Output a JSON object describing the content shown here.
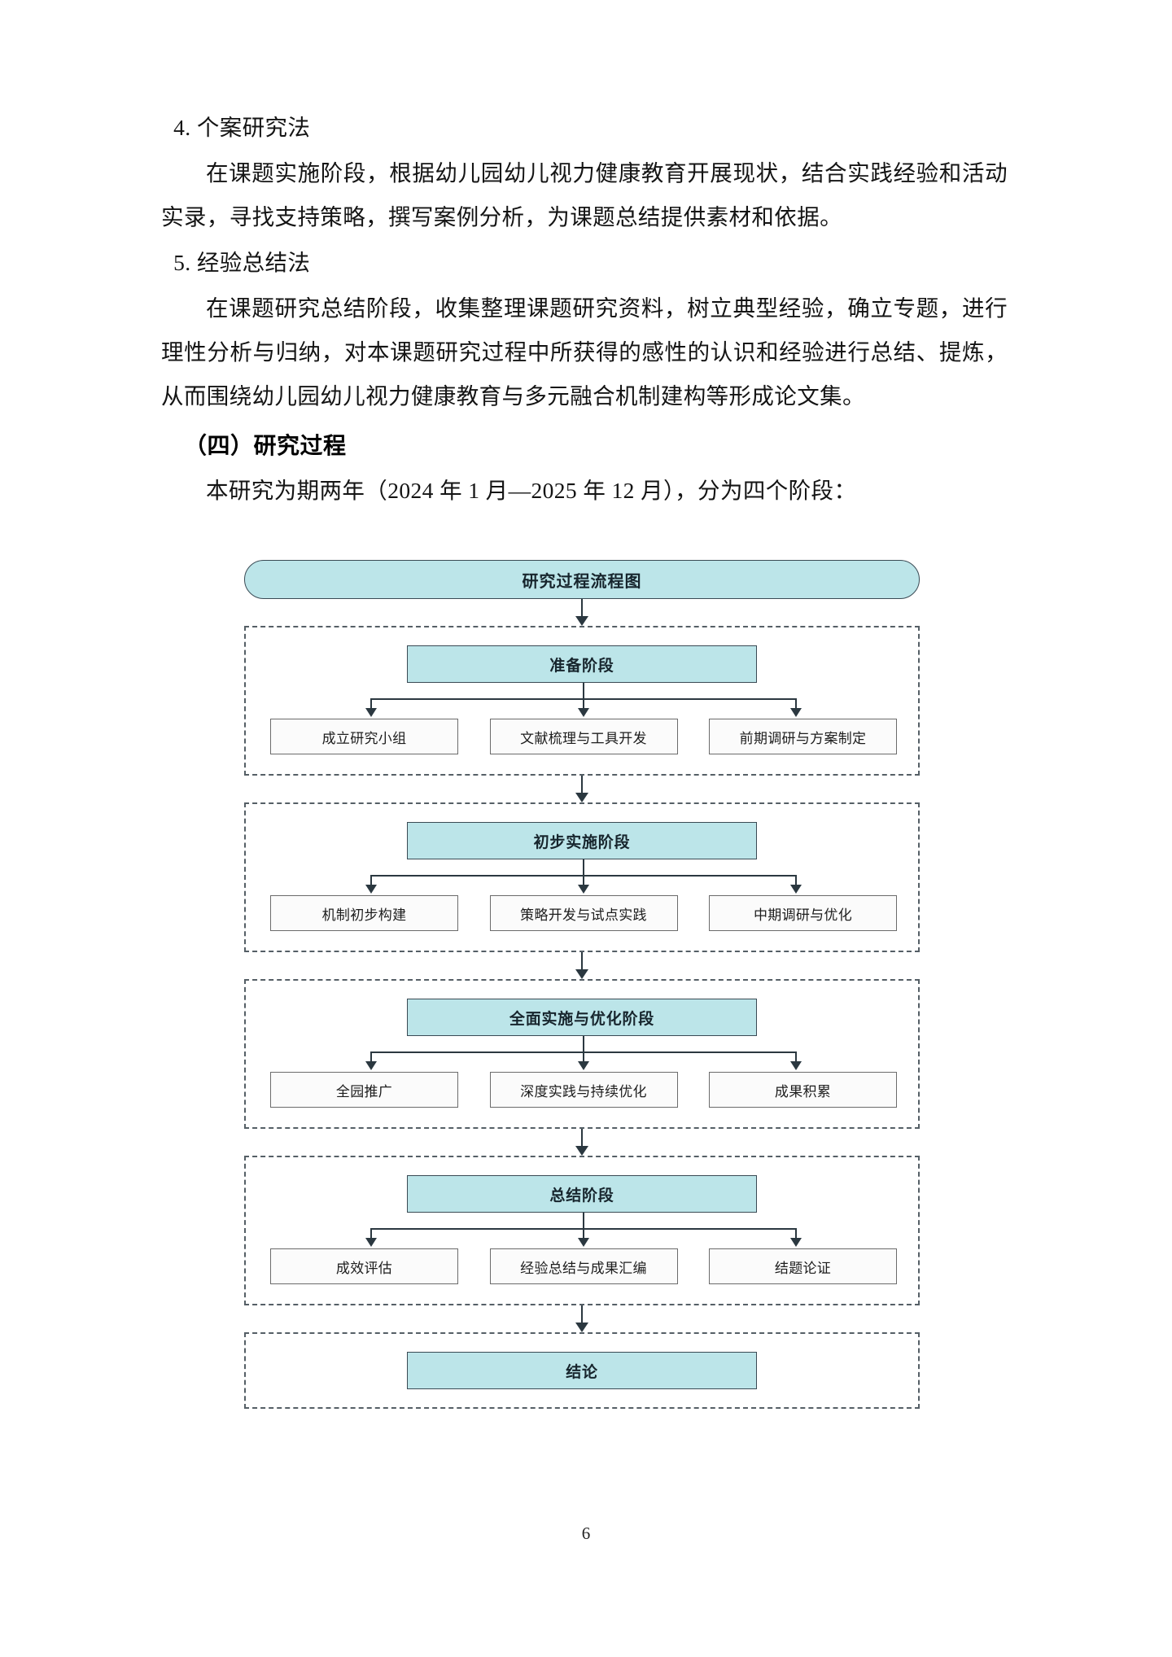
{
  "document": {
    "page_number": "6",
    "sections": [
      {
        "id": "case-study-method",
        "list_head": "4. 个案研究法",
        "body": "在课题实施阶段，根据幼儿园幼儿视力健康教育开展现状，结合实践经验和活动实录，寻找支持策略，撰写案例分析，为课题总结提供素材和依据。"
      },
      {
        "id": "experience-summary-method",
        "list_head": "5. 经验总结法",
        "body": "在课题研究总结阶段，收集整理课题研究资料，树立典型经验，确立专题，进行理性分析与归纳，对本课题研究过程中所获得的感性的认识和经验进行总结、提炼，从而围绕幼儿园幼儿视力健康教育与多元融合机制建构等形成论文集。"
      }
    ],
    "subsection_heading": "（四）研究过程",
    "subsection_intro": "本研究为期两年（2024 年 1 月—2025 年 12 月），分为四个阶段："
  },
  "flowchart": {
    "title": "研究过程流程图",
    "colors": {
      "phase_fill": "#bce5e9",
      "phase_border": "#3a4a54",
      "sub_fill": "#fbfbfb",
      "sub_border": "#6b6b6b",
      "arrow": "#2b3840",
      "group_border": "#555f66"
    },
    "groups": [
      {
        "phase": "准备阶段",
        "steps": [
          "成立研究小组",
          "文献梳理与工具开发",
          "前期调研与方案制定"
        ]
      },
      {
        "phase": "初步实施阶段",
        "steps": [
          "机制初步构建",
          "策略开发与试点实践",
          "中期调研与优化"
        ]
      },
      {
        "phase": "全面实施与优化阶段",
        "steps": [
          "全园推广",
          "深度实践与持续优化",
          "成果积累"
        ]
      },
      {
        "phase": "总结阶段",
        "steps": [
          "成效评估",
          "经验总结与成果汇编",
          "结题论证"
        ]
      }
    ],
    "conclusion": "结论"
  }
}
